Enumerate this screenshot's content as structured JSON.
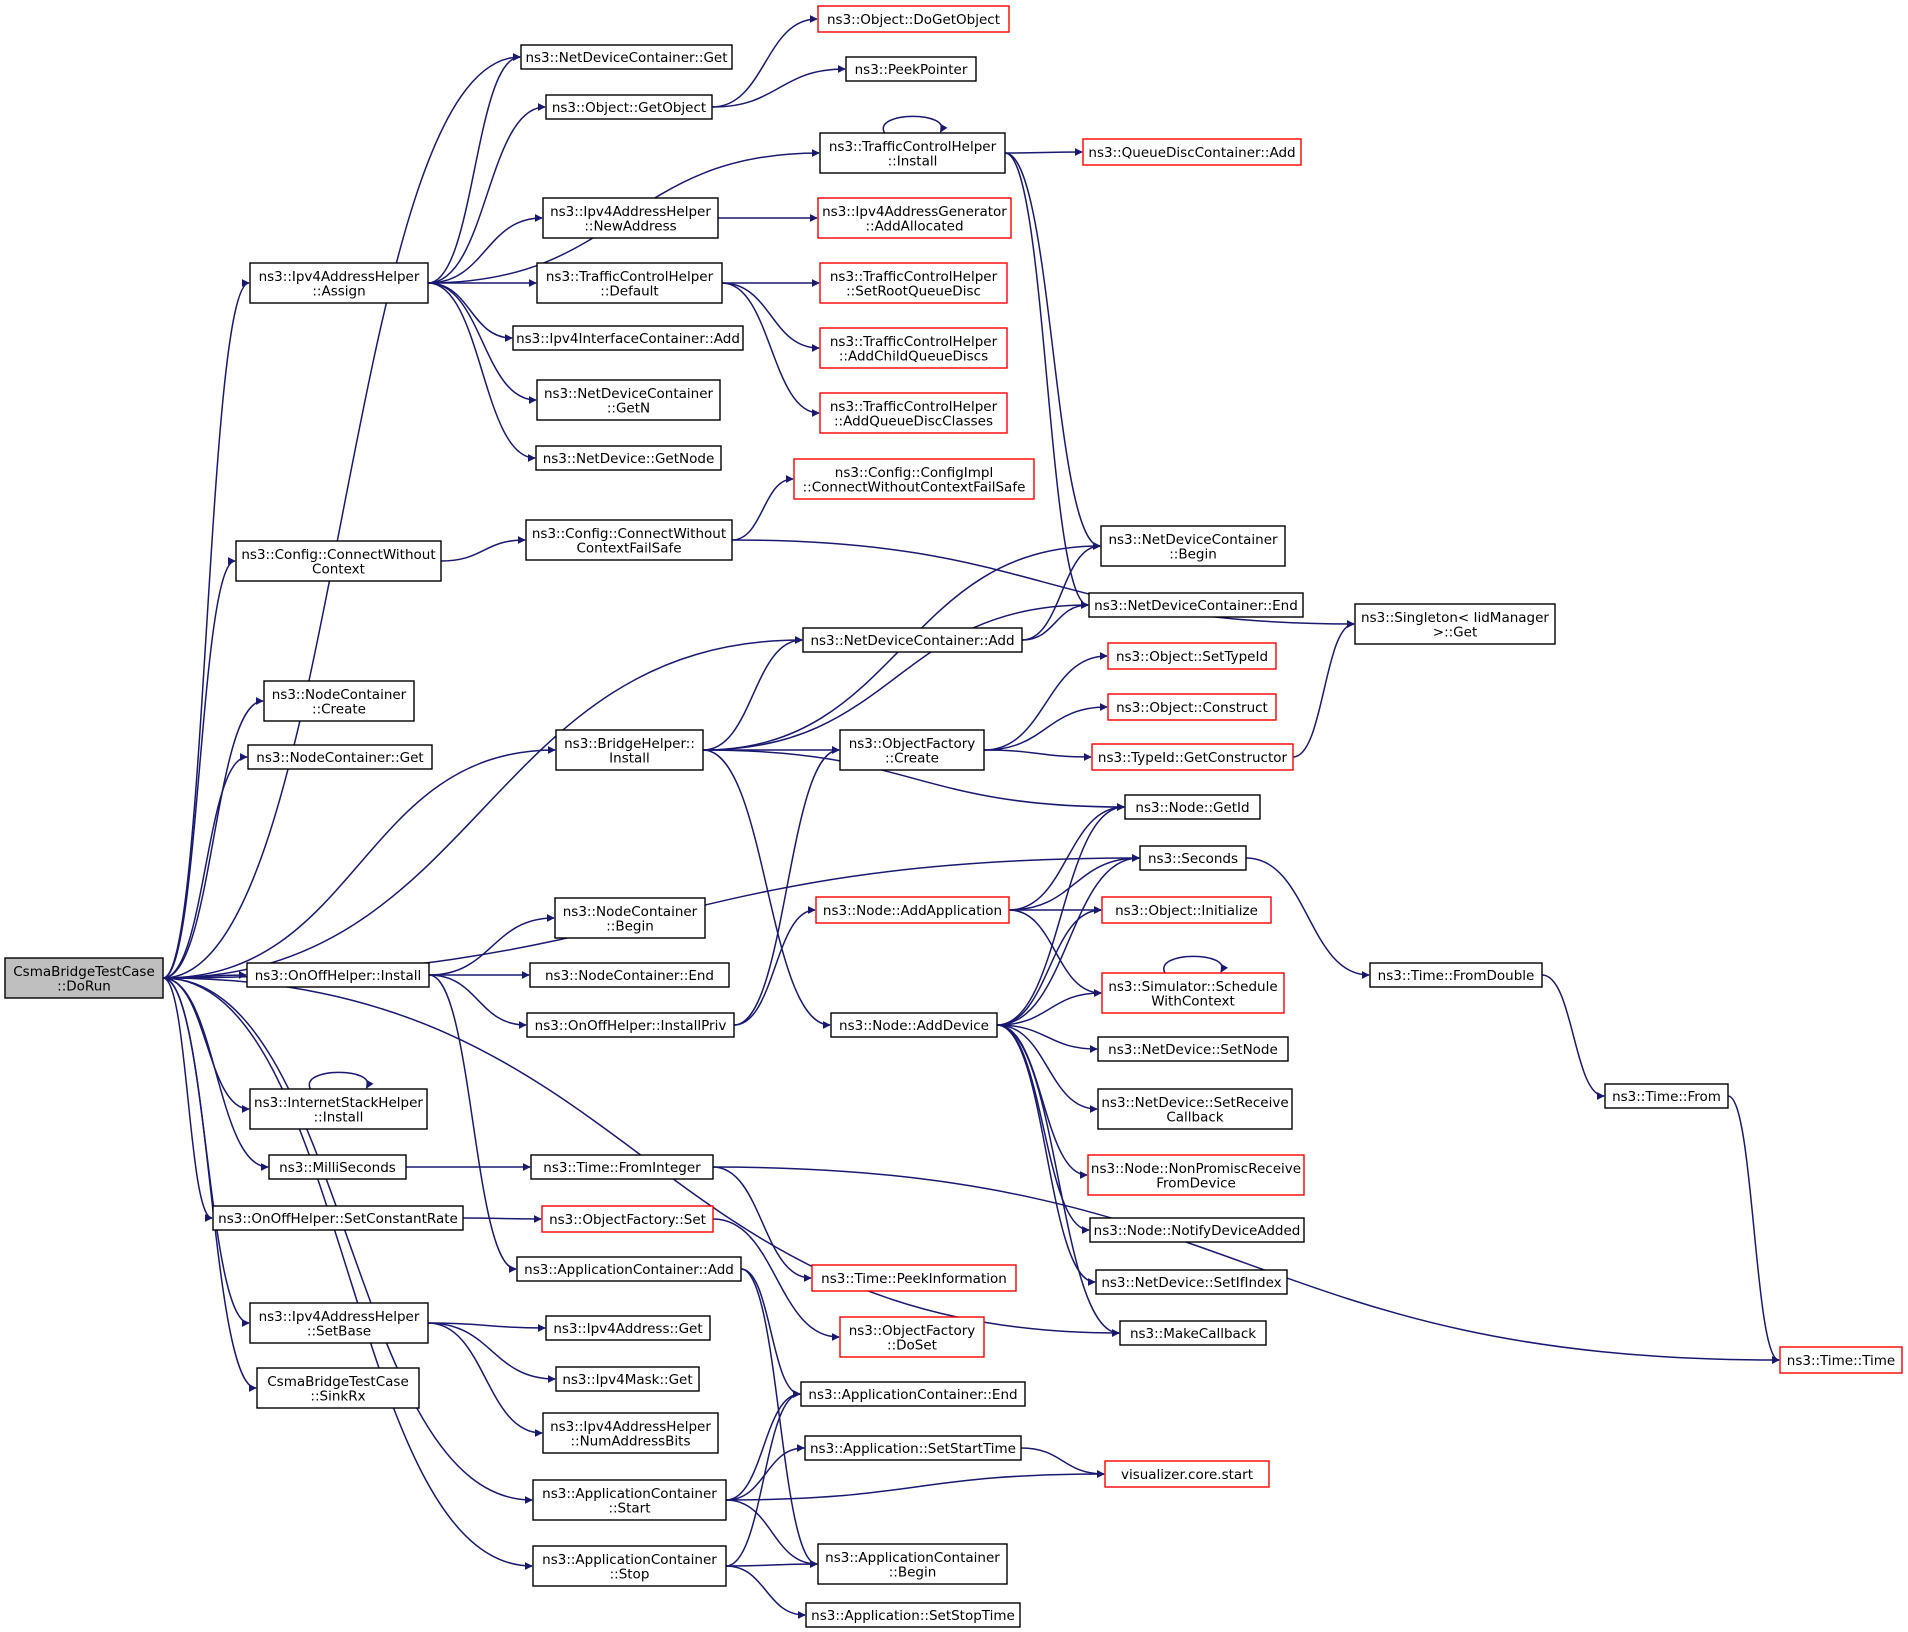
{
  "colors": {
    "edge": "#191970",
    "border_default": "#000000",
    "border_external": "#ff0000",
    "root_fill": "#bfbfbf"
  },
  "nodes": [
    {
      "id": "root",
      "lines": [
        "CsmaBridgeTestCase",
        "::DoRun"
      ],
      "style": "root"
    },
    {
      "id": "ndc_get",
      "lines": [
        "ns3::NetDeviceContainer::Get"
      ]
    },
    {
      "id": "obj_getobject",
      "lines": [
        "ns3::Object::GetObject"
      ]
    },
    {
      "id": "obj_dogetobject",
      "lines": [
        "ns3::Object::DoGetObject"
      ],
      "style": "external"
    },
    {
      "id": "peekpointer",
      "lines": [
        "ns3::PeekPointer"
      ]
    },
    {
      "id": "tch_install",
      "lines": [
        "ns3::TrafficControlHelper",
        "::Install"
      ]
    },
    {
      "id": "qdc_add",
      "lines": [
        "ns3::QueueDiscContainer::Add"
      ],
      "style": "external"
    },
    {
      "id": "ipv4ah_assign",
      "lines": [
        "ns3::Ipv4AddressHelper",
        "::Assign"
      ]
    },
    {
      "id": "ipv4ah_newaddress",
      "lines": [
        "ns3::Ipv4AddressHelper",
        "::NewAddress"
      ]
    },
    {
      "id": "ipv4ag_addallocated",
      "lines": [
        "ns3::Ipv4AddressGenerator",
        "::AddAllocated"
      ],
      "style": "external"
    },
    {
      "id": "tch_default",
      "lines": [
        "ns3::TrafficControlHelper",
        "::Default"
      ]
    },
    {
      "id": "tch_setroot",
      "lines": [
        "ns3::TrafficControlHelper",
        "::SetRootQueueDisc"
      ],
      "style": "external"
    },
    {
      "id": "tch_addchild",
      "lines": [
        "ns3::TrafficControlHelper",
        "::AddChildQueueDiscs"
      ],
      "style": "external"
    },
    {
      "id": "tch_addclasses",
      "lines": [
        "ns3::TrafficControlHelper",
        "::AddQueueDiscClasses"
      ],
      "style": "external"
    },
    {
      "id": "ipv4ic_add",
      "lines": [
        "ns3::Ipv4InterfaceContainer::Add"
      ]
    },
    {
      "id": "ndc_getn",
      "lines": [
        "ns3::NetDeviceContainer",
        "::GetN"
      ]
    },
    {
      "id": "nd_getnode",
      "lines": [
        "ns3::NetDevice::GetNode"
      ]
    },
    {
      "id": "cfgimpl_connect",
      "lines": [
        "ns3::Config::ConfigImpl",
        "::ConnectWithoutContextFailSafe"
      ],
      "style": "external"
    },
    {
      "id": "cfg_connectnc",
      "lines": [
        "ns3::Config::ConnectWithout",
        "Context"
      ]
    },
    {
      "id": "cfg_connectfs",
      "lines": [
        "ns3::Config::ConnectWithout",
        "ContextFailSafe"
      ]
    },
    {
      "id": "ndc_begin",
      "lines": [
        "ns3::NetDeviceContainer",
        "::Begin"
      ]
    },
    {
      "id": "ndc_end",
      "lines": [
        "ns3::NetDeviceContainer::End"
      ]
    },
    {
      "id": "singleton_get",
      "lines": [
        "ns3::Singleton< IidManager",
        ">::Get"
      ]
    },
    {
      "id": "ndc_add",
      "lines": [
        "ns3::NetDeviceContainer::Add"
      ]
    },
    {
      "id": "nc_create",
      "lines": [
        "ns3::NodeContainer",
        "::Create"
      ]
    },
    {
      "id": "obj_settypeid",
      "lines": [
        "ns3::Object::SetTypeId"
      ],
      "style": "external"
    },
    {
      "id": "nc_get",
      "lines": [
        "ns3::NodeContainer::Get"
      ]
    },
    {
      "id": "obj_construct",
      "lines": [
        "ns3::Object::Construct"
      ],
      "style": "external"
    },
    {
      "id": "bh_install",
      "lines": [
        "ns3::BridgeHelper::",
        "Install"
      ]
    },
    {
      "id": "of_create",
      "lines": [
        "ns3::ObjectFactory",
        "::Create"
      ]
    },
    {
      "id": "typeid_getctor",
      "lines": [
        "ns3::TypeId::GetConstructor"
      ],
      "style": "external"
    },
    {
      "id": "node_getid",
      "lines": [
        "ns3::Node::GetId"
      ]
    },
    {
      "id": "seconds",
      "lines": [
        "ns3::Seconds"
      ]
    },
    {
      "id": "node_addapp",
      "lines": [
        "ns3::Node::AddApplication"
      ],
      "style": "external"
    },
    {
      "id": "obj_initialize",
      "lines": [
        "ns3::Object::Initialize"
      ],
      "style": "external"
    },
    {
      "id": "nc_begin",
      "lines": [
        "ns3::NodeContainer",
        "::Begin"
      ]
    },
    {
      "id": "onoff_install",
      "lines": [
        "ns3::OnOffHelper::Install"
      ]
    },
    {
      "id": "nc_end",
      "lines": [
        "ns3::NodeContainer::End"
      ]
    },
    {
      "id": "time_fromdouble",
      "lines": [
        "ns3::Time::FromDouble"
      ]
    },
    {
      "id": "sim_schedule",
      "lines": [
        "ns3::Simulator::Schedule",
        "WithContext"
      ],
      "style": "external"
    },
    {
      "id": "onoff_installpriv",
      "lines": [
        "ns3::OnOffHelper::InstallPriv"
      ]
    },
    {
      "id": "node_adddevice",
      "lines": [
        "ns3::Node::AddDevice"
      ]
    },
    {
      "id": "nd_setnode",
      "lines": [
        "ns3::NetDevice::SetNode"
      ]
    },
    {
      "id": "ish_install",
      "lines": [
        "ns3::InternetStackHelper",
        "::Install"
      ]
    },
    {
      "id": "nd_setrecvcb",
      "lines": [
        "ns3::NetDevice::SetReceive",
        "Callback"
      ]
    },
    {
      "id": "time_from",
      "lines": [
        "ns3::Time::From"
      ]
    },
    {
      "id": "milliseconds",
      "lines": [
        "ns3::MilliSeconds"
      ]
    },
    {
      "id": "time_frominteger",
      "lines": [
        "ns3::Time::FromInteger"
      ]
    },
    {
      "id": "node_nonpromisc",
      "lines": [
        "ns3::Node::NonPromiscReceive",
        "FromDevice"
      ],
      "style": "external"
    },
    {
      "id": "onoff_setrate",
      "lines": [
        "ns3::OnOffHelper::SetConstantRate"
      ]
    },
    {
      "id": "of_set",
      "lines": [
        "ns3::ObjectFactory::Set"
      ],
      "style": "external"
    },
    {
      "id": "node_notifyadded",
      "lines": [
        "ns3::Node::NotifyDeviceAdded"
      ]
    },
    {
      "id": "ac_add",
      "lines": [
        "ns3::ApplicationContainer::Add"
      ]
    },
    {
      "id": "time_peekinfo",
      "lines": [
        "ns3::Time::PeekInformation"
      ],
      "style": "external"
    },
    {
      "id": "nd_setifindex",
      "lines": [
        "ns3::NetDevice::SetIfIndex"
      ]
    },
    {
      "id": "ipv4ah_setbase",
      "lines": [
        "ns3::Ipv4AddressHelper",
        "::SetBase"
      ]
    },
    {
      "id": "ipv4addr_get",
      "lines": [
        "ns3::Ipv4Address::Get"
      ]
    },
    {
      "id": "of_doset",
      "lines": [
        "ns3::ObjectFactory",
        "::DoSet"
      ],
      "style": "external"
    },
    {
      "id": "makecallback",
      "lines": [
        "ns3::MakeCallback"
      ]
    },
    {
      "id": "time_time",
      "lines": [
        "ns3::Time::Time"
      ],
      "style": "external"
    },
    {
      "id": "ipv4mask_get",
      "lines": [
        "ns3::Ipv4Mask::Get"
      ]
    },
    {
      "id": "sinkrx",
      "lines": [
        "CsmaBridgeTestCase",
        "::SinkRx"
      ]
    },
    {
      "id": "ac_end",
      "lines": [
        "ns3::ApplicationContainer::End"
      ]
    },
    {
      "id": "ipv4ah_numbits",
      "lines": [
        "ns3::Ipv4AddressHelper",
        "::NumAddressBits"
      ]
    },
    {
      "id": "app_setstart",
      "lines": [
        "ns3::Application::SetStartTime"
      ]
    },
    {
      "id": "viz_start",
      "lines": [
        "visualizer.core.start"
      ],
      "style": "external"
    },
    {
      "id": "ac_start",
      "lines": [
        "ns3::ApplicationContainer",
        "::Start"
      ]
    },
    {
      "id": "ac_begin",
      "lines": [
        "ns3::ApplicationContainer",
        "::Begin"
      ]
    },
    {
      "id": "ac_stop",
      "lines": [
        "ns3::ApplicationContainer",
        "::Stop"
      ]
    },
    {
      "id": "app_setstop",
      "lines": [
        "ns3::Application::SetStopTime"
      ]
    }
  ],
  "edges": [
    [
      "root",
      "ndc_get"
    ],
    [
      "root",
      "ipv4ah_assign"
    ],
    [
      "root",
      "cfg_connectnc"
    ],
    [
      "root",
      "ndc_add"
    ],
    [
      "root",
      "nc_create"
    ],
    [
      "root",
      "nc_get"
    ],
    [
      "root",
      "bh_install"
    ],
    [
      "root",
      "seconds"
    ],
    [
      "root",
      "onoff_install"
    ],
    [
      "root",
      "ish_install"
    ],
    [
      "root",
      "milliseconds"
    ],
    [
      "root",
      "onoff_setrate"
    ],
    [
      "root",
      "ipv4ah_setbase"
    ],
    [
      "root",
      "sinkrx"
    ],
    [
      "root",
      "ac_start"
    ],
    [
      "root",
      "ac_stop"
    ],
    [
      "root",
      "makecallback"
    ],
    [
      "ipv4ah_assign",
      "ndc_get"
    ],
    [
      "ipv4ah_assign",
      "obj_getobject"
    ],
    [
      "ipv4ah_assign",
      "tch_install"
    ],
    [
      "ipv4ah_assign",
      "ipv4ah_newaddress"
    ],
    [
      "ipv4ah_assign",
      "tch_default"
    ],
    [
      "ipv4ah_assign",
      "ipv4ic_add"
    ],
    [
      "ipv4ah_assign",
      "ndc_getn"
    ],
    [
      "ipv4ah_assign",
      "nd_getnode"
    ],
    [
      "obj_getobject",
      "obj_dogetobject"
    ],
    [
      "obj_getobject",
      "peekpointer"
    ],
    [
      "tch_install",
      "tch_install"
    ],
    [
      "tch_install",
      "qdc_add"
    ],
    [
      "tch_install",
      "ndc_begin"
    ],
    [
      "tch_install",
      "ndc_end"
    ],
    [
      "ipv4ah_newaddress",
      "ipv4ag_addallocated"
    ],
    [
      "tch_default",
      "tch_setroot"
    ],
    [
      "tch_default",
      "tch_addchild"
    ],
    [
      "tch_default",
      "tch_addclasses"
    ],
    [
      "cfg_connectnc",
      "cfg_connectfs"
    ],
    [
      "cfg_connectfs",
      "cfgimpl_connect"
    ],
    [
      "cfg_connectfs",
      "singleton_get"
    ],
    [
      "ndc_add",
      "ndc_begin"
    ],
    [
      "ndc_add",
      "ndc_end"
    ],
    [
      "bh_install",
      "ndc_begin"
    ],
    [
      "bh_install",
      "ndc_add"
    ],
    [
      "bh_install",
      "ndc_end"
    ],
    [
      "bh_install",
      "of_create"
    ],
    [
      "bh_install",
      "node_getid"
    ],
    [
      "bh_install",
      "node_adddevice"
    ],
    [
      "of_create",
      "obj_settypeid"
    ],
    [
      "of_create",
      "obj_construct"
    ],
    [
      "of_create",
      "typeid_getctor"
    ],
    [
      "typeid_getctor",
      "singleton_get"
    ],
    [
      "seconds",
      "time_fromdouble"
    ],
    [
      "time_fromdouble",
      "time_from"
    ],
    [
      "time_from",
      "time_time"
    ],
    [
      "node_addapp",
      "node_getid"
    ],
    [
      "node_addapp",
      "seconds"
    ],
    [
      "node_addapp",
      "obj_initialize"
    ],
    [
      "node_addapp",
      "sim_schedule"
    ],
    [
      "onoff_install",
      "nc_begin"
    ],
    [
      "onoff_install",
      "nc_end"
    ],
    [
      "onoff_install",
      "onoff_installpriv"
    ],
    [
      "onoff_install",
      "ac_add"
    ],
    [
      "onoff_installpriv",
      "of_create"
    ],
    [
      "onoff_installpriv",
      "node_addapp"
    ],
    [
      "node_adddevice",
      "node_getid"
    ],
    [
      "node_adddevice",
      "seconds"
    ],
    [
      "node_adddevice",
      "obj_initialize"
    ],
    [
      "node_adddevice",
      "sim_schedule"
    ],
    [
      "node_adddevice",
      "nd_setnode"
    ],
    [
      "node_adddevice",
      "nd_setrecvcb"
    ],
    [
      "node_adddevice",
      "node_nonpromisc"
    ],
    [
      "node_adddevice",
      "node_notifyadded"
    ],
    [
      "node_adddevice",
      "nd_setifindex"
    ],
    [
      "node_adddevice",
      "makecallback"
    ],
    [
      "sim_schedule",
      "sim_schedule"
    ],
    [
      "ish_install",
      "ish_install"
    ],
    [
      "milliseconds",
      "time_frominteger"
    ],
    [
      "time_frominteger",
      "time_peekinfo"
    ],
    [
      "time_frominteger",
      "time_time"
    ],
    [
      "onoff_setrate",
      "of_set"
    ],
    [
      "of_set",
      "of_doset"
    ],
    [
      "ac_add",
      "ac_end"
    ],
    [
      "ac_add",
      "ac_begin"
    ],
    [
      "ipv4ah_setbase",
      "ipv4addr_get"
    ],
    [
      "ipv4ah_setbase",
      "ipv4mask_get"
    ],
    [
      "ipv4ah_setbase",
      "ipv4ah_numbits"
    ],
    [
      "ac_start",
      "ac_end"
    ],
    [
      "ac_start",
      "app_setstart"
    ],
    [
      "ac_start",
      "viz_start"
    ],
    [
      "ac_start",
      "ac_begin"
    ],
    [
      "app_setstart",
      "viz_start"
    ],
    [
      "ac_stop",
      "ac_end"
    ],
    [
      "ac_stop",
      "ac_begin"
    ],
    [
      "ac_stop",
      "app_setstop"
    ]
  ]
}
